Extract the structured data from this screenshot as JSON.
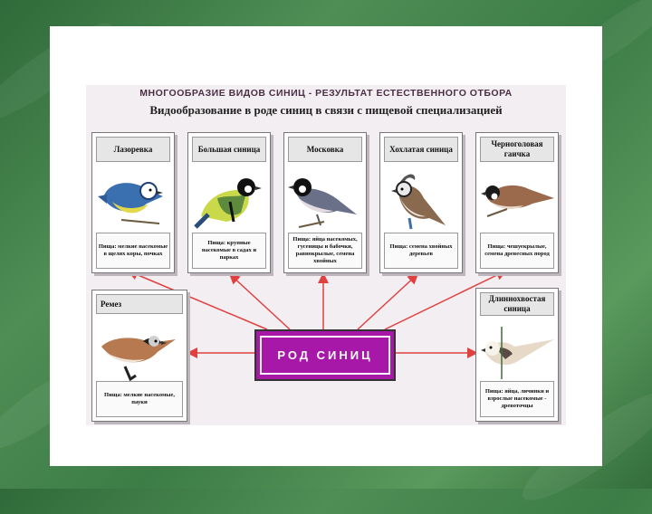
{
  "diagram": {
    "title": "МНОГООБРАЗИЕ ВИДОВ СИНИЦ - РЕЗУЛЬТАТ ЕСТЕСТВЕННОГО ОТБОРА",
    "subtitle": "Видообразование в роде синиц в связи с пищевой специализацией",
    "center": "РОД СИНИЦ",
    "species": [
      {
        "name": "Лазоревка",
        "food": "Пища: мелкие насекомые в щелях коры, почках"
      },
      {
        "name": "Большая синица",
        "food": "Пища: крупные насекомые в садах и парках"
      },
      {
        "name": "Московка",
        "food": "Пища: яйца насекомых, гусеницы и бабочки, равнокрылые, семена хвойных"
      },
      {
        "name": "Хохлатая синица",
        "food": "Пища: семена хвойных деревьев"
      },
      {
        "name": "Черноголовая гаичка",
        "food": "Пища: чешуекрылые, семена древесных пород"
      },
      {
        "name": "Ремез",
        "food": "Пища: мелкие насекомые, пауки"
      },
      {
        "name": "Длиннохвостая синица",
        "food": "Пища: яйца, личинки и взрослые насекомые - древоточцы"
      }
    ]
  },
  "colors": {
    "background": "#4a8a52",
    "center_box": "#a818a8",
    "arrows": "#e04040"
  }
}
